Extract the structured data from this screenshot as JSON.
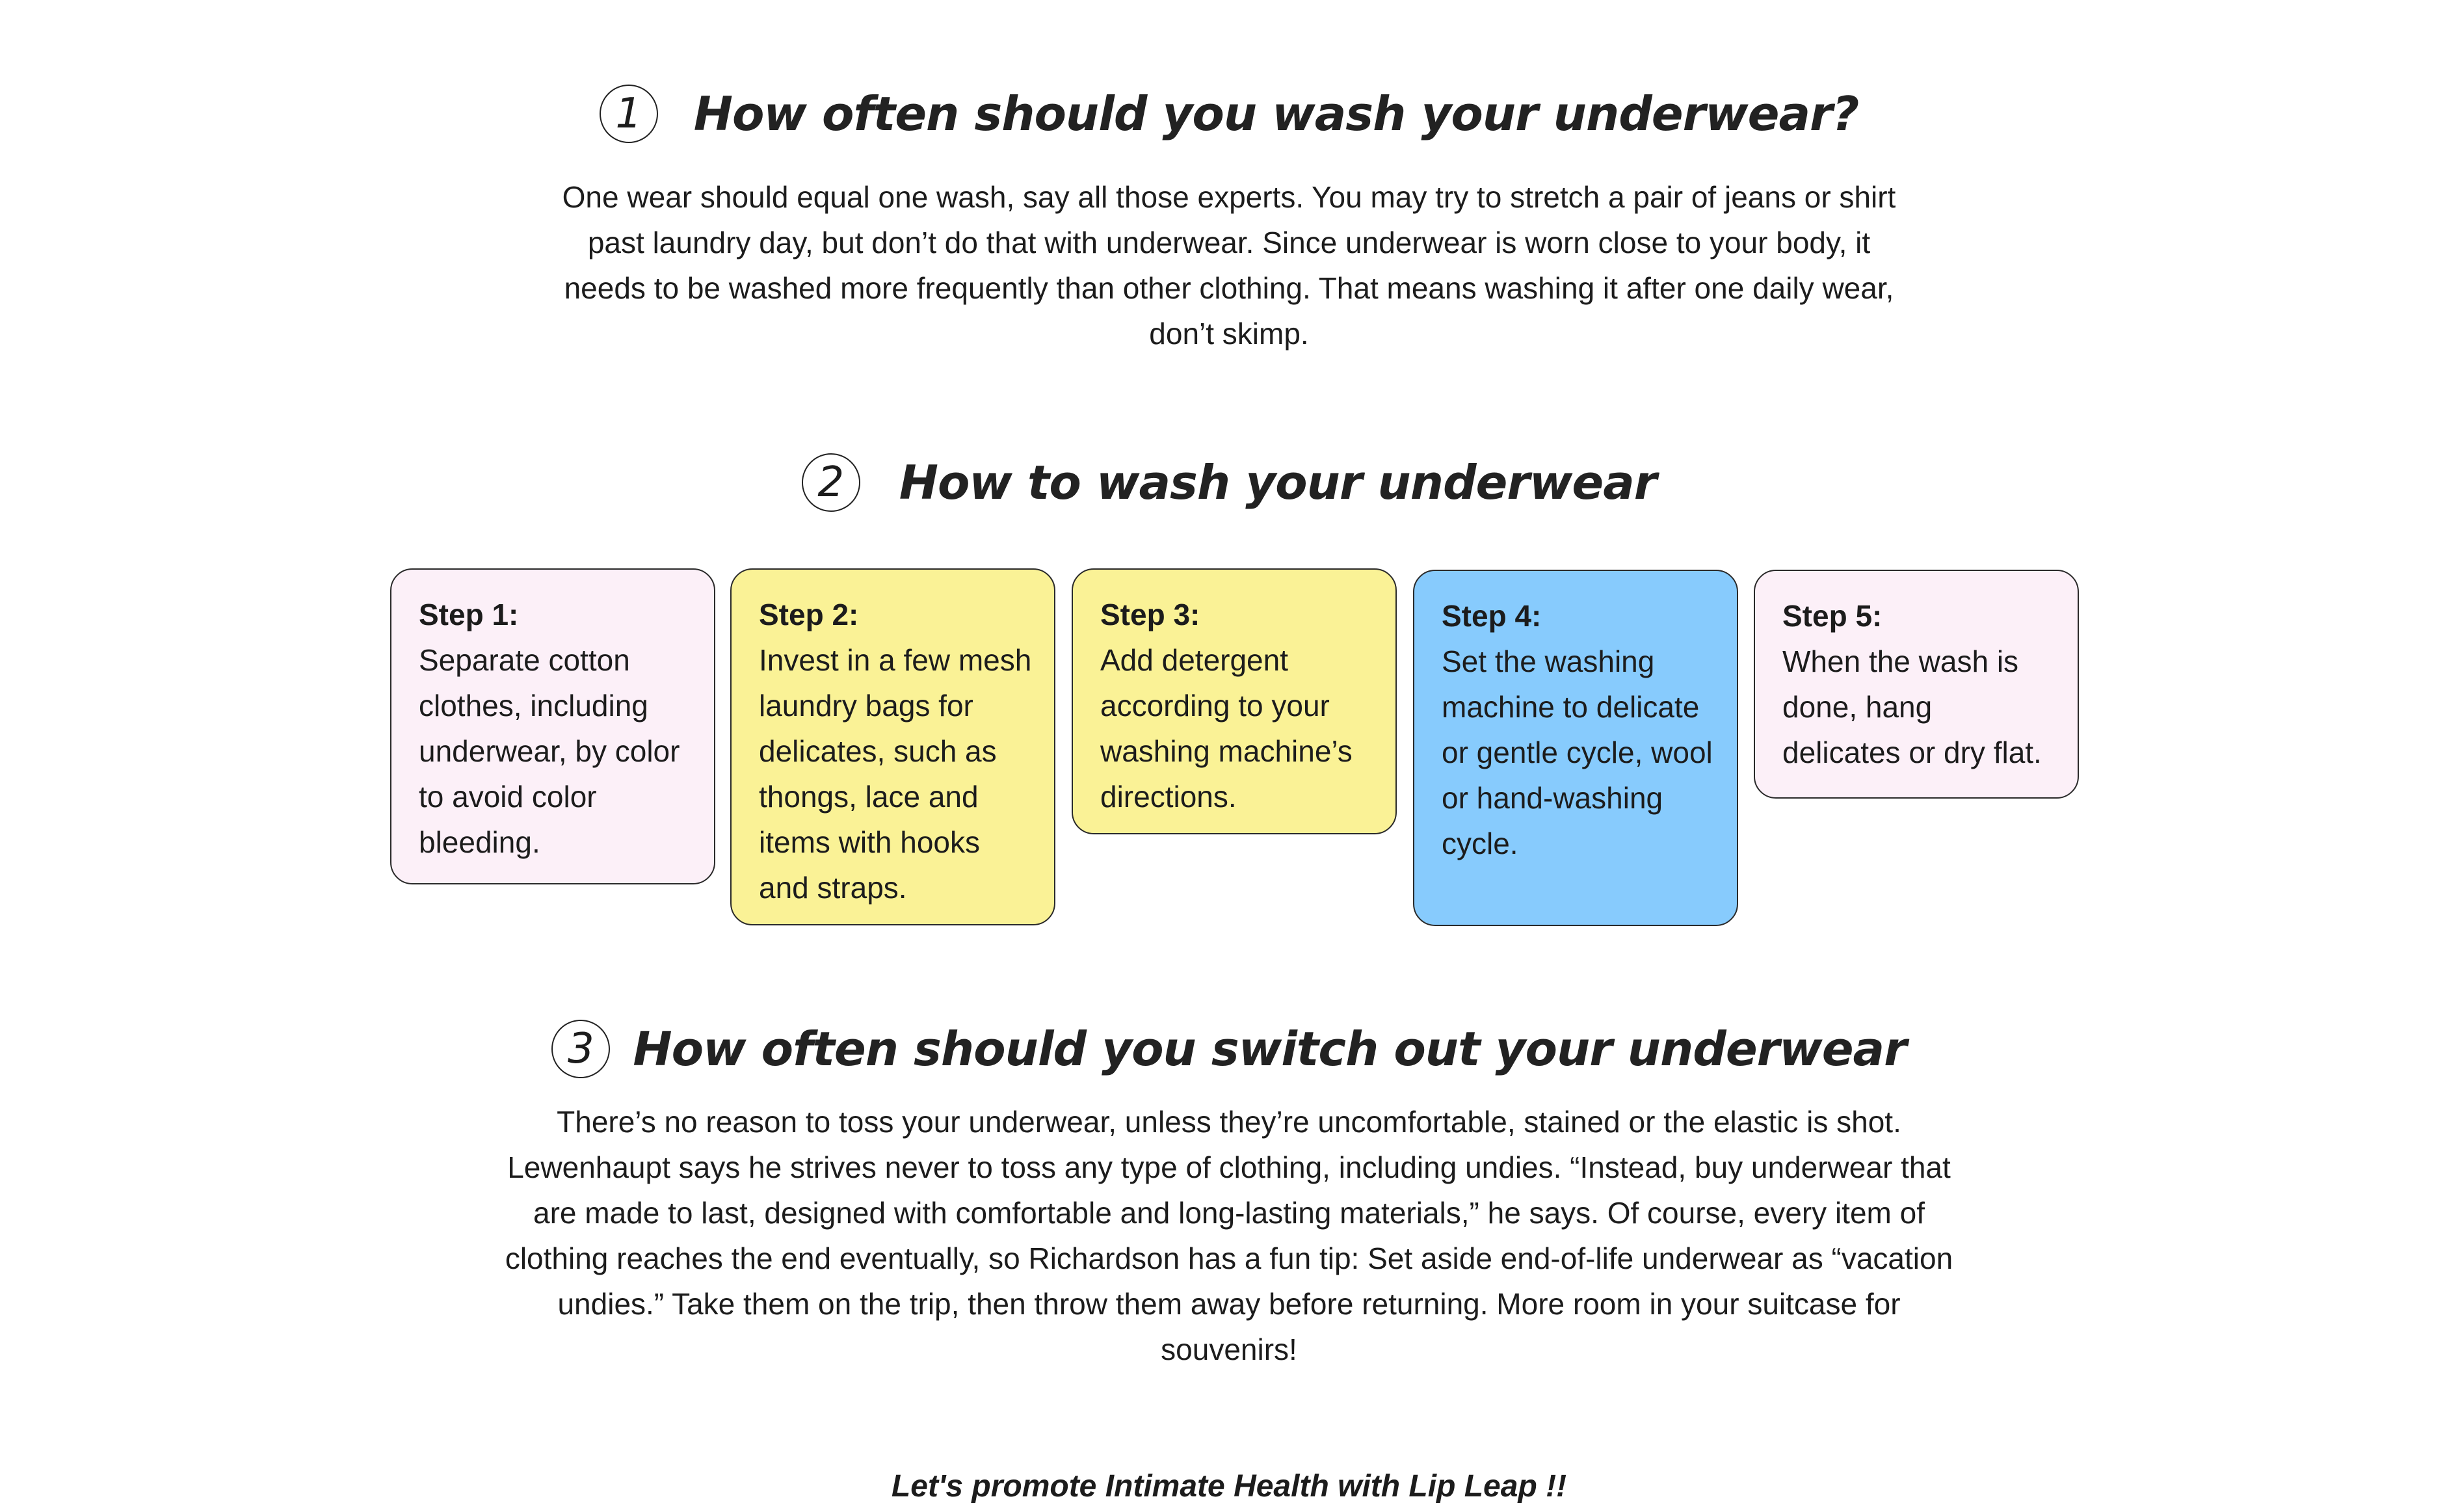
{
  "section1": {
    "number": "1",
    "title": "How often should you wash your underwear?",
    "body": "One wear should equal one wash, say all those experts. You may try to stretch a pair of jeans or shirt past laundry day, but don’t do that with underwear. Since underwear is worn close to your body, it needs to be washed more frequently than other clothing. That means washing it after one daily wear, don’t skimp."
  },
  "section2": {
    "number": "2",
    "title": "How to wash your underwear",
    "steps": [
      {
        "title": "Step 1:",
        "body": "Separate cotton clothes, including underwear, by color to avoid color bleeding.",
        "color": "#fcf0f8"
      },
      {
        "title": "Step 2:",
        "body": "Invest in a few mesh laundry bags for delicates, such as thongs, lace and items with hooks and straps.",
        "color": "#faf296"
      },
      {
        "title": "Step 3:",
        "body": "Add detergent according to your washing machine’s directions.",
        "color": "#faf296"
      },
      {
        "title": "Step 4:",
        "body": "Set the washing machine to delicate or gentle cycle, wool or hand-washing cycle.",
        "color": "#87cbfd"
      },
      {
        "title": "Step 5:",
        "body": "When the wash is done, hang delicates or dry flat.",
        "color": "#fcf0f8"
      }
    ]
  },
  "section3": {
    "number": "3",
    "title": "How often should you switch out your underwear",
    "body": "There’s no reason to toss your underwear, unless they’re uncomfortable, stained or the elastic is shot. Lewenhaupt says he strives never to toss any type of clothing, including undies. “Instead, buy underwear that are made to last, designed with comfortable and long-lasting materials,” he says. Of course, every item of clothing reaches the end eventually, so Richardson has a fun tip: Set aside end-of-life underwear as “vacation undies.” Take them on the trip, then throw them away before returning. More room in your suitcase for souvenirs!"
  },
  "footer": {
    "text": "Let's promote Intimate Health with Lip Leap !!"
  }
}
